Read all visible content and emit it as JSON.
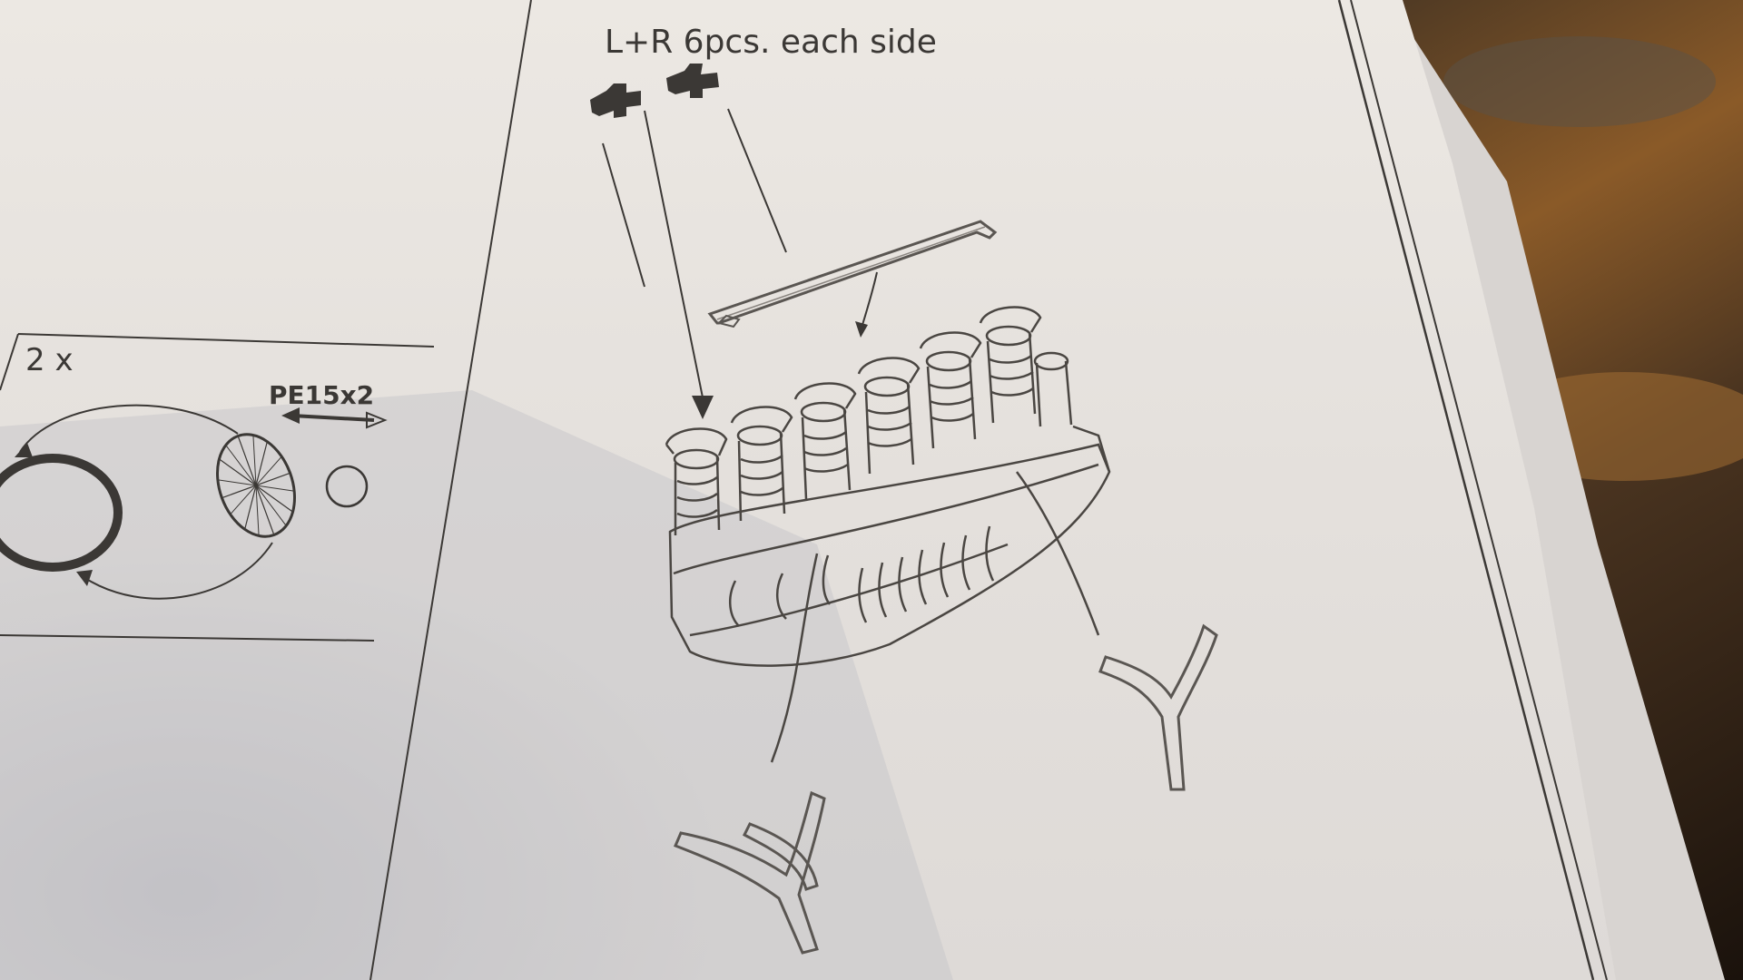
{
  "photo": {
    "subject": "instruction-sheet",
    "texts": {
      "parts_note": "L+R 6pcs. each side",
      "count_label": "2 x",
      "pe_label": "PE15x2"
    },
    "colors": {
      "paper": "#e9e4df",
      "paper_shadow": "#c9c7c9",
      "ink": "#3b3835",
      "table_dark": "#2a1d12",
      "table_warm": "#8a5a28"
    }
  }
}
